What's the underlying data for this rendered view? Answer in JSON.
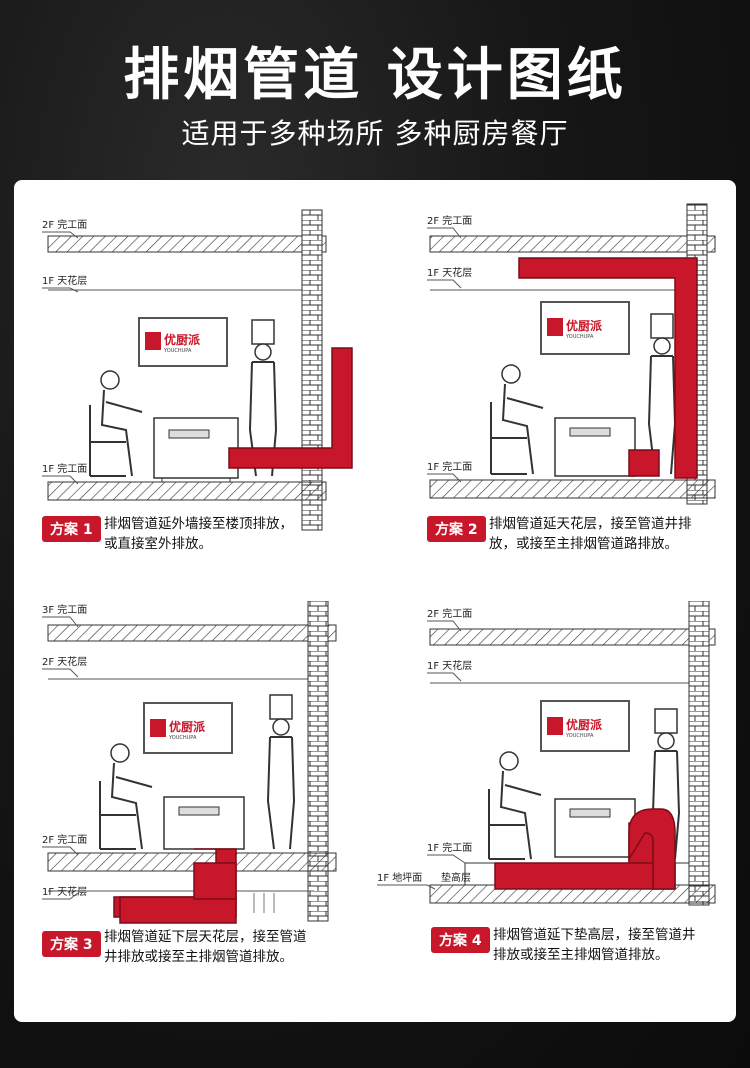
{
  "header": {
    "title": "排烟管道 设计图纸",
    "subtitle": "适用于多种场所 多种厨房餐厅"
  },
  "brand": {
    "cn": "优厨派",
    "en": "YOUCHUPA"
  },
  "colors": {
    "duct": "#c8172a",
    "badge": "#c8172a"
  },
  "plans": [
    {
      "badge": "方案 1",
      "line1": "排烟管道延外墙接至楼顶排放，",
      "line2": "或直接室外排放。",
      "labels": [
        "2F 完工面",
        "1F 天花层",
        "1F 完工面"
      ]
    },
    {
      "badge": "方案 2",
      "line1": "排烟管道延天花层，接至管道井排",
      "line2": "放，或接至主排烟管道路排放。",
      "labels": [
        "2F 完工面",
        "1F 天花层",
        "1F 完工面"
      ]
    },
    {
      "badge": "方案 3",
      "line1": "排烟管道延下层天花层，接至管道",
      "line2": "井排放或接至主排烟管道排放。",
      "labels": [
        "3F 完工面",
        "2F 天花层",
        "2F 完工面",
        "1F 天花层"
      ]
    },
    {
      "badge": "方案 4",
      "line1": "排烟管道延下垫高层，接至管道井",
      "line2": "排放或接至主排烟管道排放。",
      "labels": [
        "2F 完工面",
        "1F 天花层",
        "1F 完工面",
        "1F 地坪面",
        "垫高层"
      ]
    }
  ]
}
